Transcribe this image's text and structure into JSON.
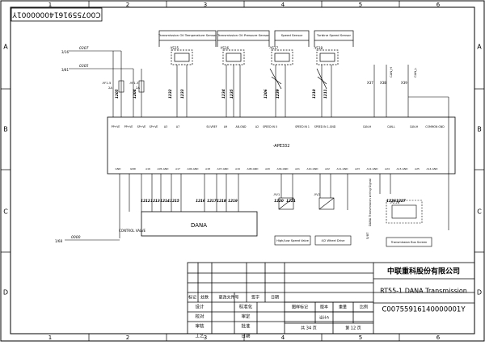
{
  "zone_cols": [
    "1",
    "2",
    "3",
    "4",
    "5",
    "6"
  ],
  "zone_rows": [
    "A",
    "B",
    "C",
    "D"
  ],
  "drawing_number_rotated": "C00755916140000001Y",
  "sensors": {
    "temp": "Transmission Oil Temperature Sensor",
    "pressure": "Transmission Oil Pressure Sensor",
    "speed": "Speed Sensor",
    "turbine": "Turbine Speed Sensor"
  },
  "sensor_refs": [
    "-YS15",
    "-YS16",
    "-YS17",
    "-YS18"
  ],
  "supply": {
    "k1": "0307",
    "k2": "0305",
    "a": "3/16",
    "b": "3/81",
    "f1": "-YF1.5",
    "f2": "-YF1.3",
    "f1s": "2A",
    "f2s": "2A"
  },
  "wires_top": [
    "1205",
    "1204",
    "1232",
    "1233",
    "1234",
    "1235",
    "1206",
    "1239",
    "1210",
    "1211"
  ],
  "ecu_label": "-APE332",
  "top_pins": [
    "PP+VE",
    "PP+VE",
    "SP+VE",
    "SP+VE",
    "A3",
    "A7",
    "SV-VREF",
    "A9",
    "AB-GND",
    "A2",
    "SPEED IN 0",
    "SPEED IN 1",
    "SPEED IN 1-GND",
    "CAN-H",
    "CAN-L",
    "CAN-H",
    "COMMON GND"
  ],
  "bottom_pins": [
    "GND",
    "GND",
    "A16",
    "A05-GND",
    "A17",
    "A06-GND",
    "A18",
    "A07-GND",
    "A19",
    "A08-GND",
    "A20",
    "A09-GND",
    "A21",
    "A10-GND",
    "A22",
    "A11-GND",
    "A23",
    "A12-GND",
    "A24",
    "A13-GND",
    "A25",
    "A14-GND"
  ],
  "dana_label": "DANA",
  "control_valve": "CONTROL VALVE",
  "wires_bottom": [
    "1212",
    "1213",
    "1214",
    "1215",
    "1216",
    "1217",
    "1218",
    "1219",
    "1220",
    "1221",
    "1226",
    "1227"
  ],
  "valve_refs": [
    "-YV1",
    "-YV2"
  ],
  "hl_valve": "High/Low Speed Valve",
  "wd_drive": "4/2 Wheel Drive",
  "bus_screen": "Transmission Bus Screen",
  "bus_ref": "-P2.26",
  "can_labels": [
    "CAN_H",
    "CAN_L"
  ],
  "x_refs": [
    "X37",
    "X38",
    "X39"
  ],
  "gnd_wire": "0000",
  "gnd_ref": "1/68",
  "signal_lbl": "DANA Transmission wiring Signal",
  "signal_ref": "5/87",
  "title_block": {
    "company": "中联重科股份有限公司",
    "title": "RT55-1 DANA Transmission",
    "drawing_no": "C00755916140000001Y",
    "rev_headers": [
      "标记",
      "处数",
      "更改文件号",
      "签字",
      "日期"
    ],
    "rows": [
      [
        "设计",
        "",
        "标准化",
        ""
      ],
      [
        "校对",
        "",
        "审定",
        ""
      ],
      [
        "审核",
        "",
        "批准",
        ""
      ],
      [
        "工艺",
        "",
        "日期",
        ""
      ]
    ],
    "stage_label": "图样标记",
    "version_label": "版本",
    "weight_label": "重量",
    "scale_label": "比例",
    "stage_value": "设计A",
    "total": "共 34 页",
    "page": "第 12 页"
  }
}
